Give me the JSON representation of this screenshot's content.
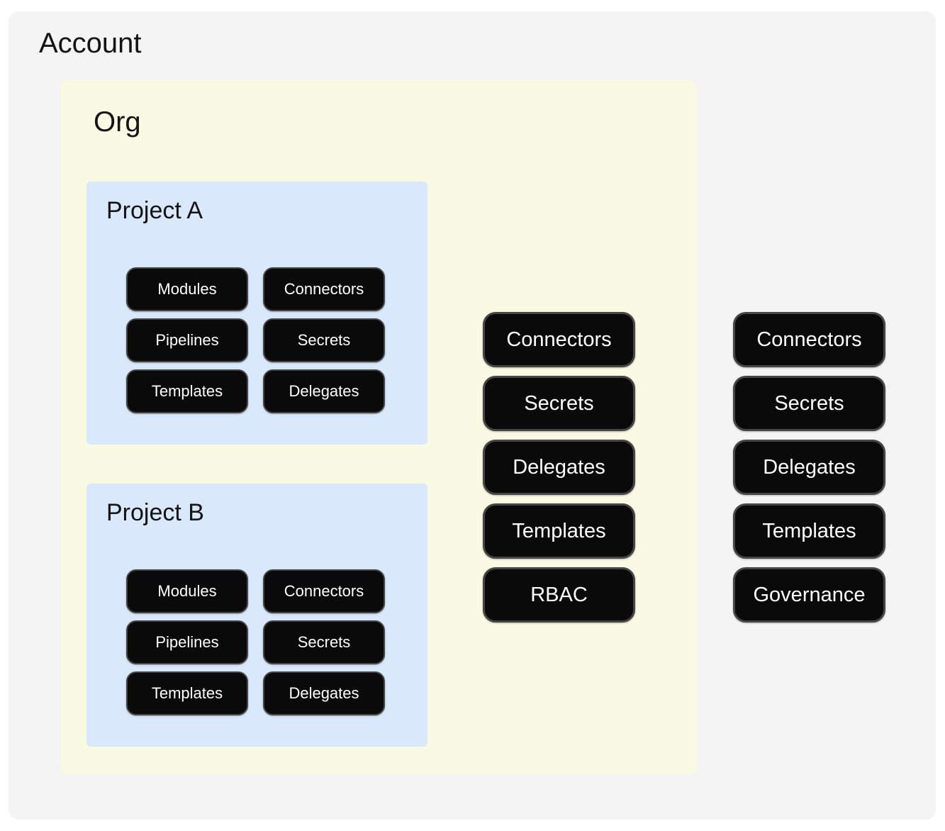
{
  "account": {
    "title": "Account",
    "resources": [
      "Connectors",
      "Secrets",
      "Delegates",
      "Templates",
      "Governance"
    ],
    "org": {
      "title": "Org",
      "resources": [
        "Connectors",
        "Secrets",
        "Delegates",
        "Templates",
        "RBAC"
      ],
      "projects": [
        {
          "title": "Project A",
          "resources": [
            "Modules",
            "Connectors",
            "Pipelines",
            "Secrets",
            "Templates",
            "Delegates"
          ]
        },
        {
          "title": "Project B",
          "resources": [
            "Modules",
            "Connectors",
            "Pipelines",
            "Secrets",
            "Templates",
            "Delegates"
          ]
        }
      ]
    }
  },
  "colors": {
    "page_bg": "#ffffff",
    "account_bg": "#f4f4f5",
    "org_bg": "#f8fae3",
    "project_bg": "#d9e8fb",
    "button_bg": "#0a0a0a",
    "button_border": "#454545",
    "button_text": "#ffffff",
    "title_text": "#141414"
  }
}
